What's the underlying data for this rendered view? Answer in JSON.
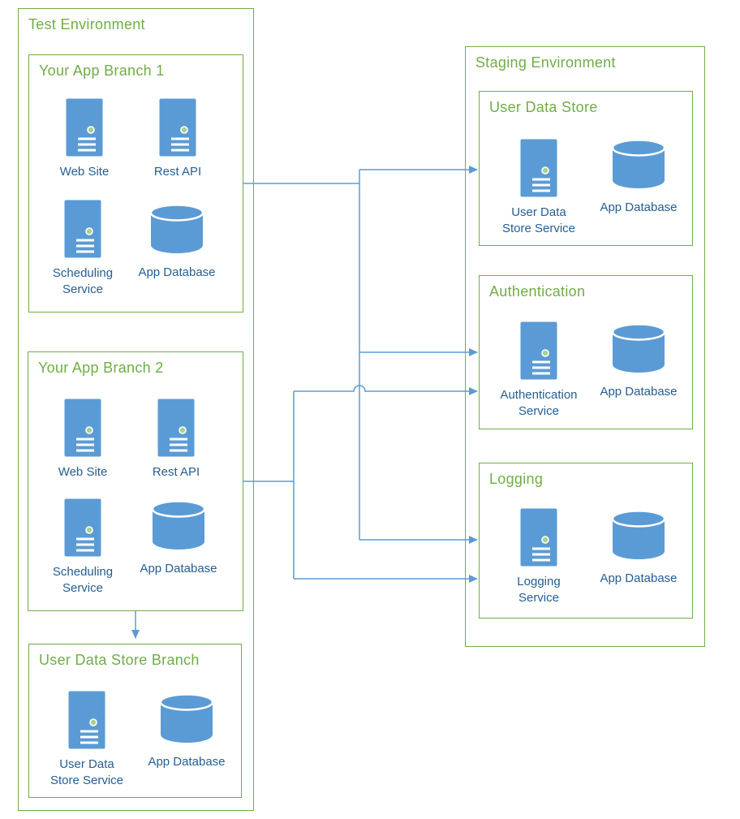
{
  "colors": {
    "green": "#70AD47",
    "blue": "#5B9BD5",
    "label": "#255E91",
    "dot": "#A9D18E",
    "bg": "#FFFFFF"
  },
  "diagram": {
    "test_env": {
      "title": "Test Environment"
    },
    "branch1": {
      "title": "Your App Branch 1",
      "nodes": [
        {
          "icon": "server",
          "label": "Web Site"
        },
        {
          "icon": "server",
          "label": "Rest API"
        },
        {
          "icon": "server",
          "label": "Scheduling\nService"
        },
        {
          "icon": "database",
          "label": "App Database"
        }
      ]
    },
    "branch2": {
      "title": "Your App Branch 2",
      "nodes": [
        {
          "icon": "server",
          "label": "Web Site"
        },
        {
          "icon": "server",
          "label": "Rest API"
        },
        {
          "icon": "server",
          "label": "Scheduling\nService"
        },
        {
          "icon": "database",
          "label": "App Database"
        }
      ]
    },
    "uds_branch": {
      "title": "User Data Store Branch",
      "nodes": [
        {
          "icon": "server",
          "label": "User Data\nStore Service"
        },
        {
          "icon": "database",
          "label": "App Database"
        }
      ]
    },
    "staging_env": {
      "title": "Staging Environment"
    },
    "user_data_store": {
      "title": "User Data Store",
      "nodes": [
        {
          "icon": "server",
          "label": "User Data\nStore Service"
        },
        {
          "icon": "database",
          "label": "App Database"
        }
      ]
    },
    "authentication": {
      "title": "Authentication",
      "nodes": [
        {
          "icon": "server",
          "label": "Authentication\nService"
        },
        {
          "icon": "database",
          "label": "App Database"
        }
      ]
    },
    "logging": {
      "title": "Logging",
      "nodes": [
        {
          "icon": "server",
          "label": "Logging\nService"
        },
        {
          "icon": "database",
          "label": "App Database"
        }
      ]
    },
    "connections": [
      {
        "from": "Your App Branch 1",
        "to": "User Data Store"
      },
      {
        "from": "Your App Branch 1",
        "to": "Authentication"
      },
      {
        "from": "Your App Branch 1",
        "to": "Logging"
      },
      {
        "from": "Your App Branch 2",
        "to": "Authentication"
      },
      {
        "from": "Your App Branch 2",
        "to": "Logging"
      },
      {
        "from": "Your App Branch 2",
        "to": "User Data Store Branch"
      }
    ]
  }
}
